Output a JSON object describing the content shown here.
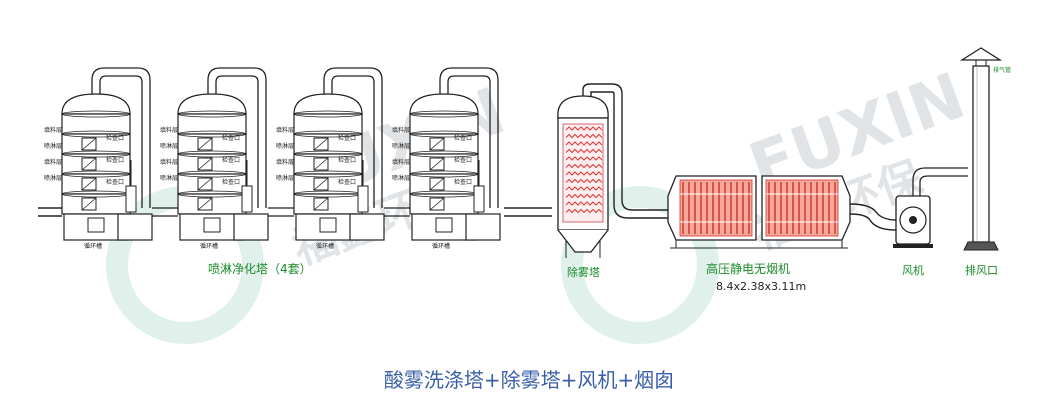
{
  "figure": {
    "watermark_text": "FUXIN",
    "watermark_cn": "福鑫环保",
    "labels": {
      "spray_tower": "喷淋净化塔（4套）",
      "demister": "除雾塔",
      "esp": "高压静电无烟机",
      "esp_size": "8.4x2.38x3.11m",
      "fan": "风机",
      "outlet": "排风口",
      "tank": "循环槽",
      "row_labels": [
        "填料层",
        "喷淋层",
        "填料层",
        "喷淋层"
      ],
      "right_labels": [
        "检查口",
        "检查口",
        "检查口"
      ],
      "top_label": "排气管"
    }
  },
  "caption": "酸雾洗涤塔+除雾塔+风机+烟囱",
  "colors": {
    "caption": "#3a5fa8",
    "label_green": "#1a8a2a",
    "mist_red": "#e03a3a",
    "esp_red": "#e85a50",
    "line": "#222222"
  }
}
